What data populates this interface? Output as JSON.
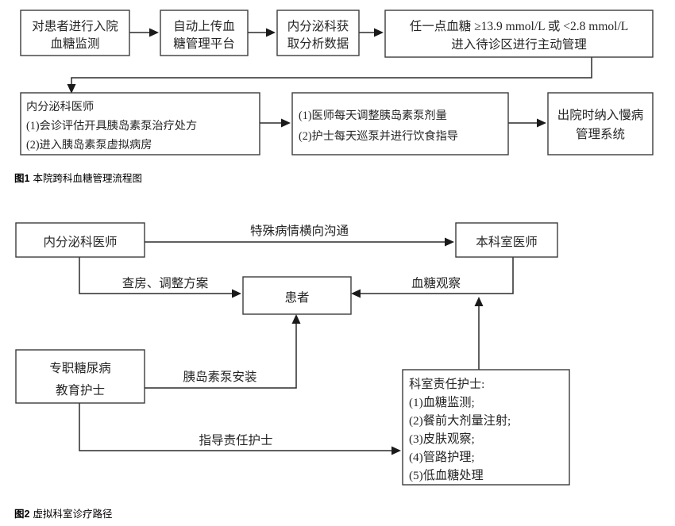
{
  "figure1": {
    "caption_number": "图1",
    "caption_text": "本院跨科血糖管理流程图",
    "nodes": {
      "n1": {
        "lines": [
          "对患者进行入院",
          "血糖监测"
        ]
      },
      "n2": {
        "lines": [
          "自动上传血",
          "糖管理平台"
        ]
      },
      "n3": {
        "lines": [
          "内分泌科获",
          "取分析数据"
        ]
      },
      "n4": {
        "lines": [
          "任一点血糖 ≥13.9 mmol/L 或 <2.8 mmol/L",
          "进入待诊区进行主动管理"
        ]
      },
      "n5": {
        "lines": [
          "内分泌科医师",
          "(1)会诊评估开具胰岛素泵治疗处方",
          "(2)进入胰岛素泵虚拟病房"
        ]
      },
      "n6": {
        "lines": [
          "(1)医师每天调整胰岛素泵剂量",
          "(2)护士每天巡泵并进行饮食指导"
        ]
      },
      "n7": {
        "lines": [
          "出院时纳入慢病",
          "管理系统"
        ]
      }
    }
  },
  "figure2": {
    "caption_number": "图2",
    "caption_text": "虚拟科室诊疗路径",
    "nodes": {
      "endo_doctor": {
        "lines": [
          "内分泌科医师"
        ]
      },
      "dept_doctor": {
        "lines": [
          "本科室医师"
        ]
      },
      "patient": {
        "lines": [
          "患者"
        ]
      },
      "edu_nurse": {
        "lines": [
          "专职糖尿病",
          "教育护士"
        ]
      },
      "dept_nurse": {
        "lines": [
          "科室责任护士:",
          "(1)血糖监测;",
          "(2)餐前大剂量注射;",
          "(3)皮肤观察;",
          "(4)管路护理;",
          "(5)低血糖处理"
        ]
      }
    },
    "edge_labels": {
      "lateral_comm": "特殊病情横向沟通",
      "rounds_adjust": "查房、调整方案",
      "glucose_observe": "血糖观察",
      "pump_install": "胰岛素泵安装",
      "guide_nurse": "指导责任护士"
    }
  },
  "colors": {
    "box_stroke": "#3c3c3c",
    "connector": "#2b2b2b",
    "text": "#252525",
    "background": "#ffffff"
  }
}
